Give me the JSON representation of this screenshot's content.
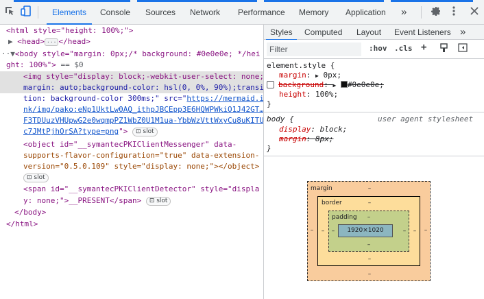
{
  "toolbar": {
    "tabs": [
      "Elements",
      "Console",
      "Sources",
      "Network",
      "Performance",
      "Memory",
      "Application"
    ],
    "more": "»"
  },
  "dom": {
    "html_open": "<html style=\"height: 100%;\">",
    "head_collapsed": "<head>",
    "head_close": "</head>",
    "body_open_1": "<body style=\"margin: 0px;/* background: #0e0e0e; */hei",
    "body_open_2": "ght: 100%\">",
    "eq0": "== $0",
    "img_1": "<img style=\"display: block;-webkit-user-select: none;",
    "img_2": "margin: auto;background-color: hsl(0, 0%, 90%);transi",
    "img_3": "tion: background-color 300ms;\" src=\"",
    "img_link_1": "https://mermaid.i",
    "img_link_2": "nk/img/pako:eNp1UktLw0AQ_ithpJBCEpp3E6HQWPWkiO1J42GT…",
    "img_link_3": "F3TDUuzVHUpwG2e0wqmpPZ1WbZ0U1M1ua-YbbWzVttWxyCu8uKITU",
    "img_link_4": "c7JMtPjhOrSA?type=png",
    "img_end": "\">",
    "slot": "slot",
    "obj_1": "<object id=\"__symantecPKIClientMessenger\" data-",
    "obj_2": "supports-flavor-configuration=\"true\" data-extension-",
    "obj_3": "version=\"0.5.0.109\" style=\"display: none;\"></object>",
    "span_1": "<span id=\"__symantecPKIClientDetector\" style=\"displa",
    "span_2": "y: none;\">__PRESENT</span>",
    "body_close": "</body>",
    "html_close": "</html>"
  },
  "styles_pane": {
    "tabs": [
      "Styles",
      "Computed",
      "Layout",
      "Event Listeners"
    ],
    "more": "»",
    "filter_placeholder": "Filter",
    "hov": ":hov",
    ".cls": ".cls",
    "plus": "+",
    "rule1": {
      "selector": "element.style {",
      "props": [
        {
          "name": "margin",
          "value": "0px;"
        },
        {
          "name": "background",
          "value": "#0e0e0e;"
        },
        {
          "name": "height",
          "value": "100%;"
        }
      ],
      "close": "}"
    },
    "rule2": {
      "selector": "body {",
      "source": "user agent stylesheet",
      "props": [
        {
          "name": "display",
          "value": "block;"
        },
        {
          "name": "margin",
          "value": "8px;"
        }
      ],
      "close": "}"
    },
    "box": {
      "margin": "margin",
      "border": "border",
      "padding": "padding",
      "content": "1920×1020",
      "dash": "–"
    }
  },
  "colors": {
    "accent": "#1a73e8",
    "margin": "#f9cc9d",
    "border": "#fddd9b",
    "padding": "#c3d08b",
    "content": "#8cb6c0"
  }
}
